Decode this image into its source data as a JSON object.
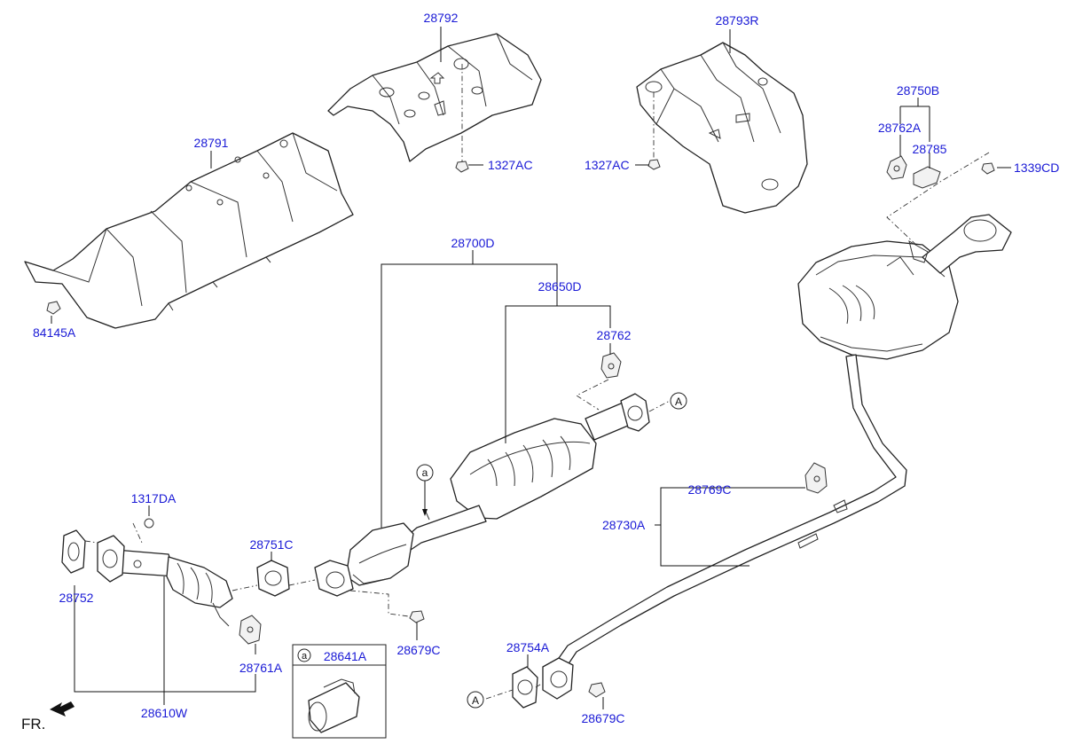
{
  "labels": {
    "p28792": "28792",
    "p28793R": "28793R",
    "p28791": "28791",
    "p1327AC_left": "1327AC",
    "p1327AC_right": "1327AC",
    "p28750B": "28750B",
    "p28762A": "28762A",
    "p28785": "28785",
    "p1339CD": "1339CD",
    "p84145A": "84145A",
    "p28700D": "28700D",
    "p28650D": "28650D",
    "p28762": "28762",
    "p28769C": "28769C",
    "p28730A": "28730A",
    "p1317DA": "1317DA",
    "p28751C": "28751C",
    "p28752": "28752",
    "p28679C_top": "28679C",
    "p28761A": "28761A",
    "p28610W": "28610W",
    "p28641A": "28641A",
    "p28754A": "28754A",
    "p28679C_bottom": "28679C"
  },
  "callouts": {
    "ref_a": "a",
    "ref_A": "A"
  },
  "front_marker": "FR."
}
